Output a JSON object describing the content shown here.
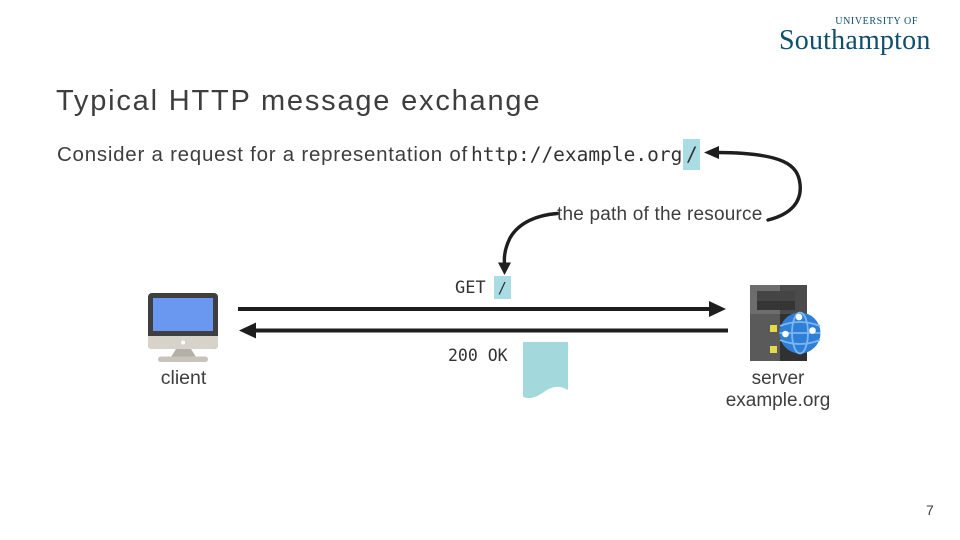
{
  "logo": {
    "line1": "UNIVERSITY OF",
    "line2": "Southampton"
  },
  "slide": {
    "title": "Typical HTTP message exchange",
    "page_number": "7"
  },
  "subtitle": {
    "text": "Consider a request for a representation of ",
    "url": "http://example.org",
    "highlighted_path": "/"
  },
  "annotation": {
    "label": "the path of the resource"
  },
  "diagram": {
    "request": {
      "method": "GET",
      "path": "/"
    },
    "response": {
      "status": "200 OK"
    },
    "client": {
      "label": "client"
    },
    "server": {
      "label": "server",
      "hostname": "example.org"
    }
  },
  "icons": {
    "client": "desktop-computer-icon",
    "server": "server-tower-globe-icon",
    "response_body": "document-icon"
  },
  "colors": {
    "accent": "#a9dce3",
    "document": "#a3d8dd",
    "text": "#3e3e3e",
    "mono_text": "#333333",
    "arrow": "#1e1e1e",
    "logo": "#104e6e",
    "screen_blue": "#6a97f0",
    "globe_blue": "#2f7fd6",
    "globe_grid": "#7cb6f2",
    "led_yellow": "#e5da49",
    "monitor_frame": "#3f3f3f",
    "monitor_chin": "#d7d3ca",
    "stand_gray": "#b4b0a8",
    "base_gray": "#c8c4bc",
    "tower_left": "#5a5a5a",
    "tower_right": "#313131",
    "tower_top_left": "#6d6d6d",
    "tower_top_right": "#4b4b4b",
    "bay_dark": "#454545"
  }
}
